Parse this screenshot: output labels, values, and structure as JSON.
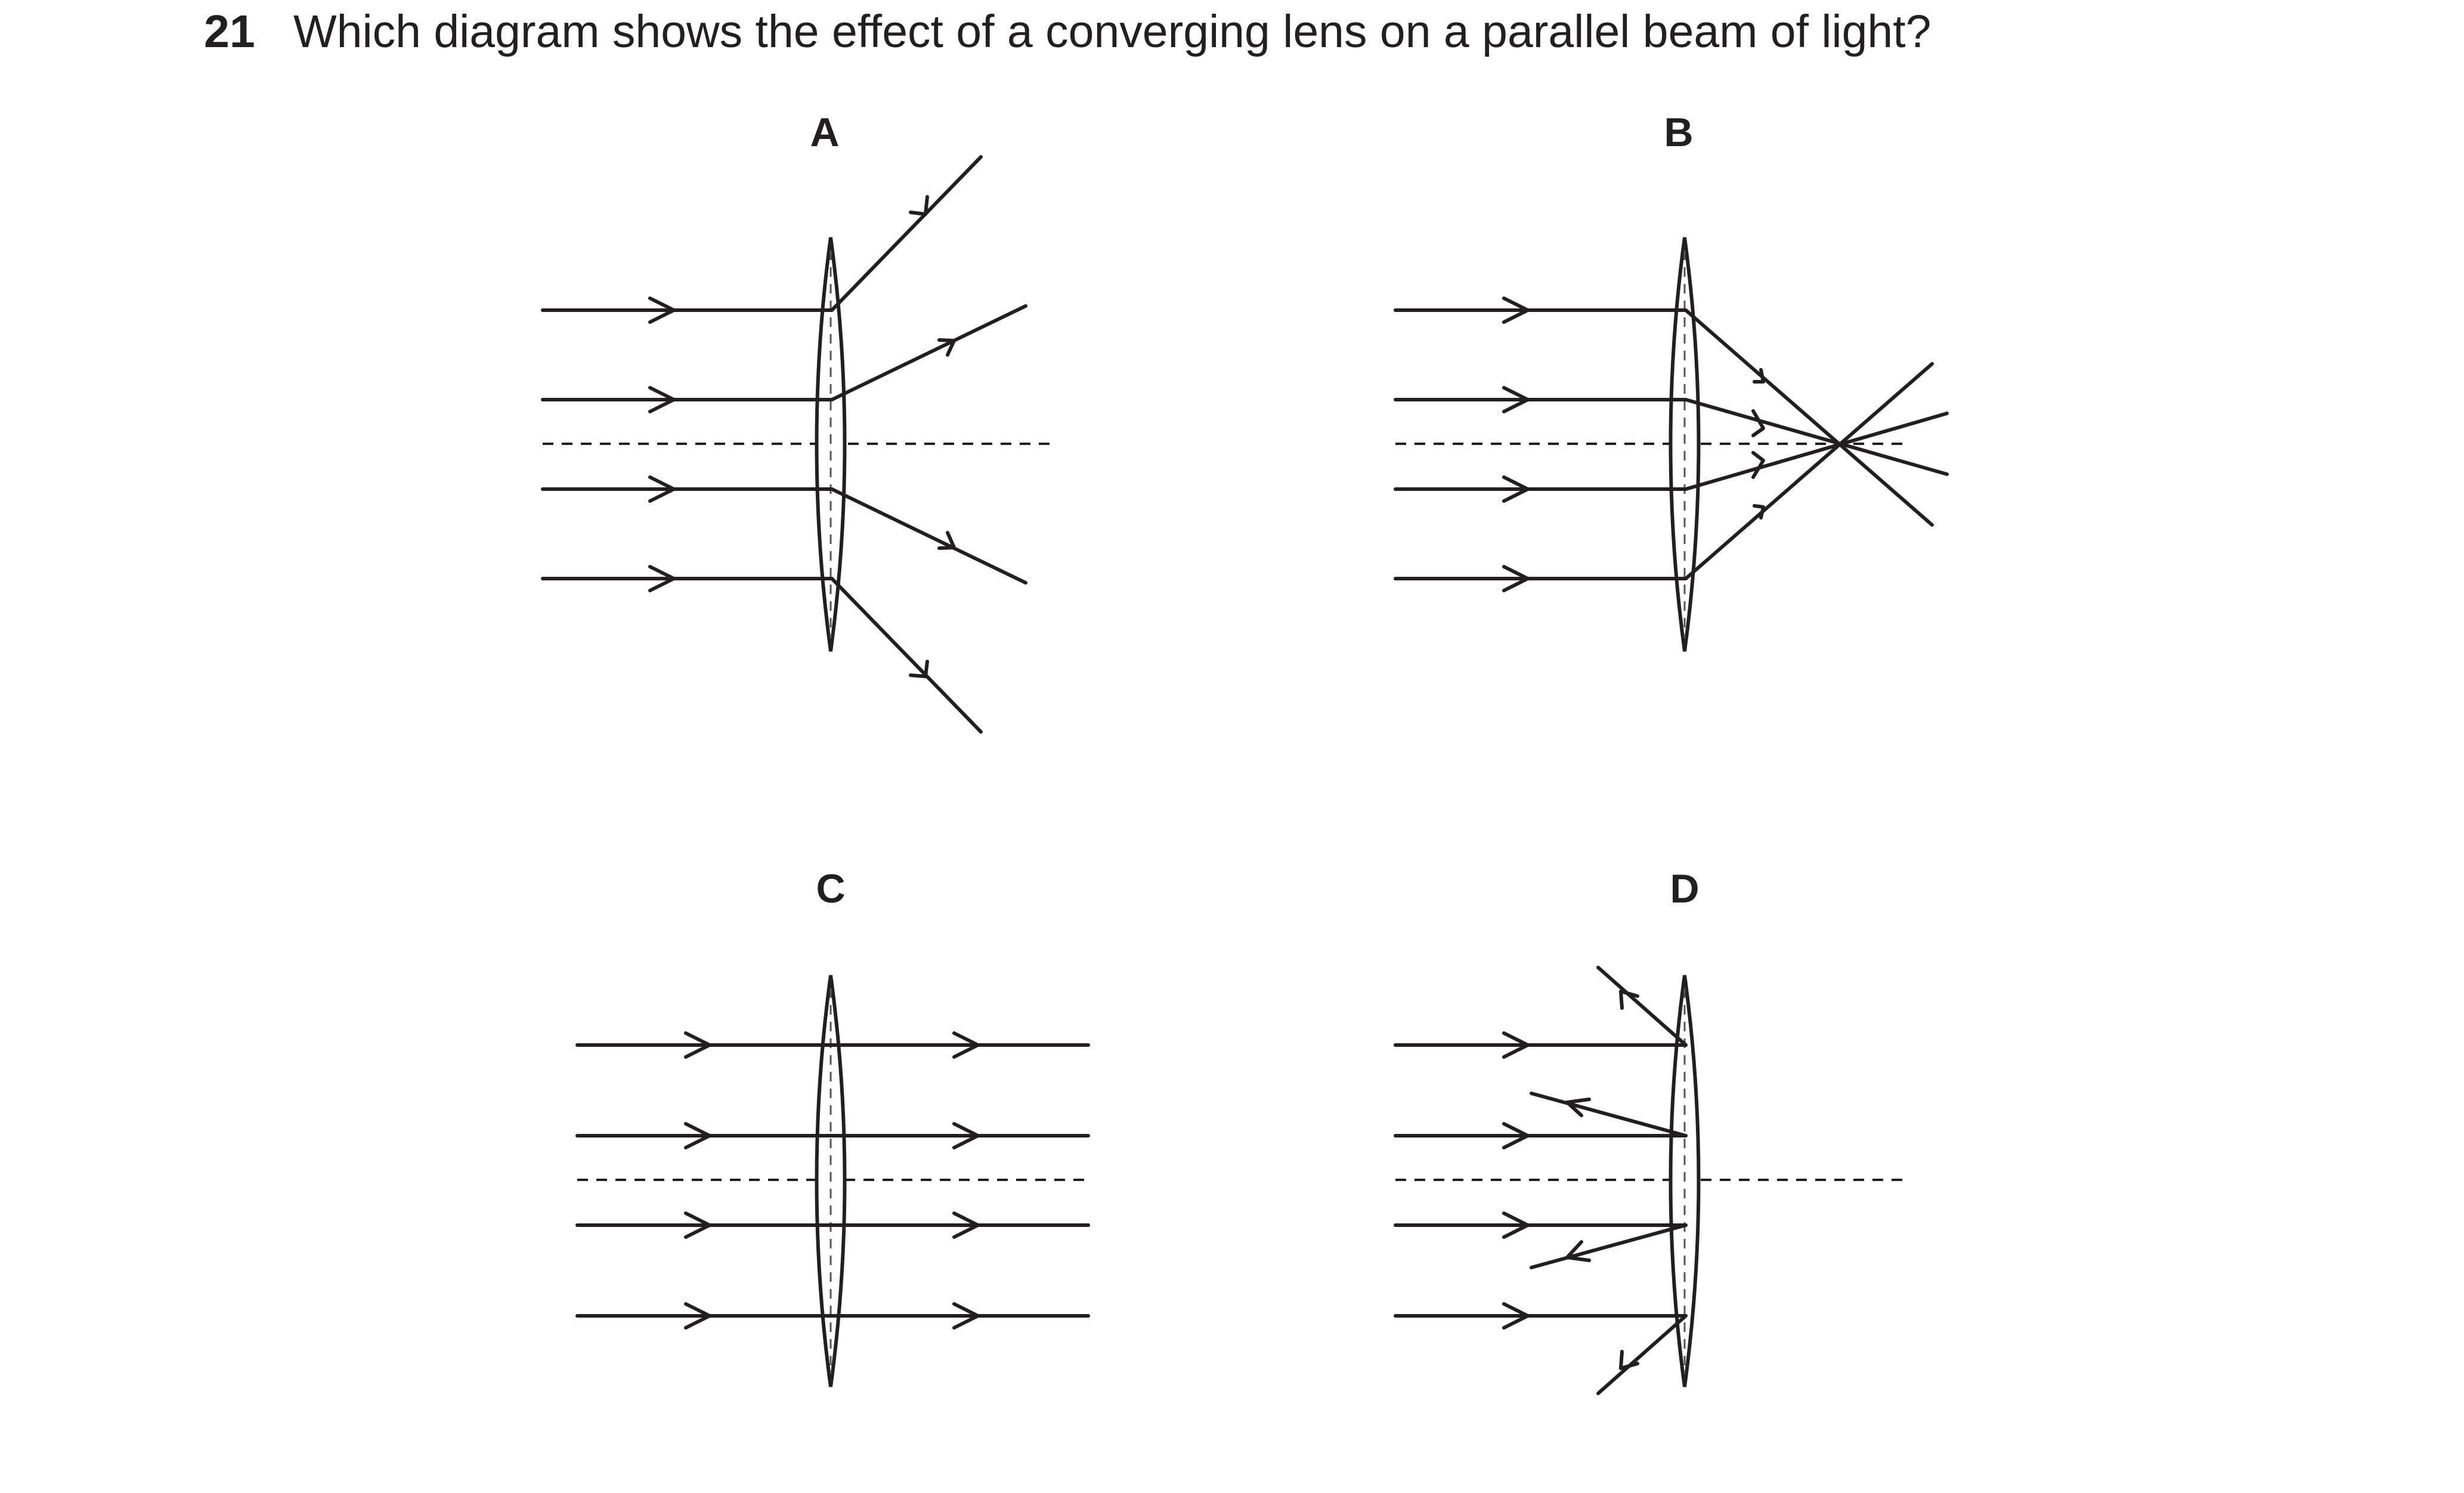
{
  "question": {
    "number": "21",
    "text": "Which diagram shows the effect of a converging lens on a parallel beam of light?"
  },
  "options": [
    {
      "id": "A",
      "label": "A",
      "behaviour": "rays diverge after the lens"
    },
    {
      "id": "B",
      "label": "B",
      "behaviour": "rays converge to a point on the axis then cross"
    },
    {
      "id": "C",
      "label": "C",
      "behaviour": "rays pass through undeviated"
    },
    {
      "id": "D",
      "label": "D",
      "behaviour": "rays are reflected back at the lens"
    }
  ],
  "colors": {
    "ink": "#231f20",
    "background": "#ffffff"
  }
}
